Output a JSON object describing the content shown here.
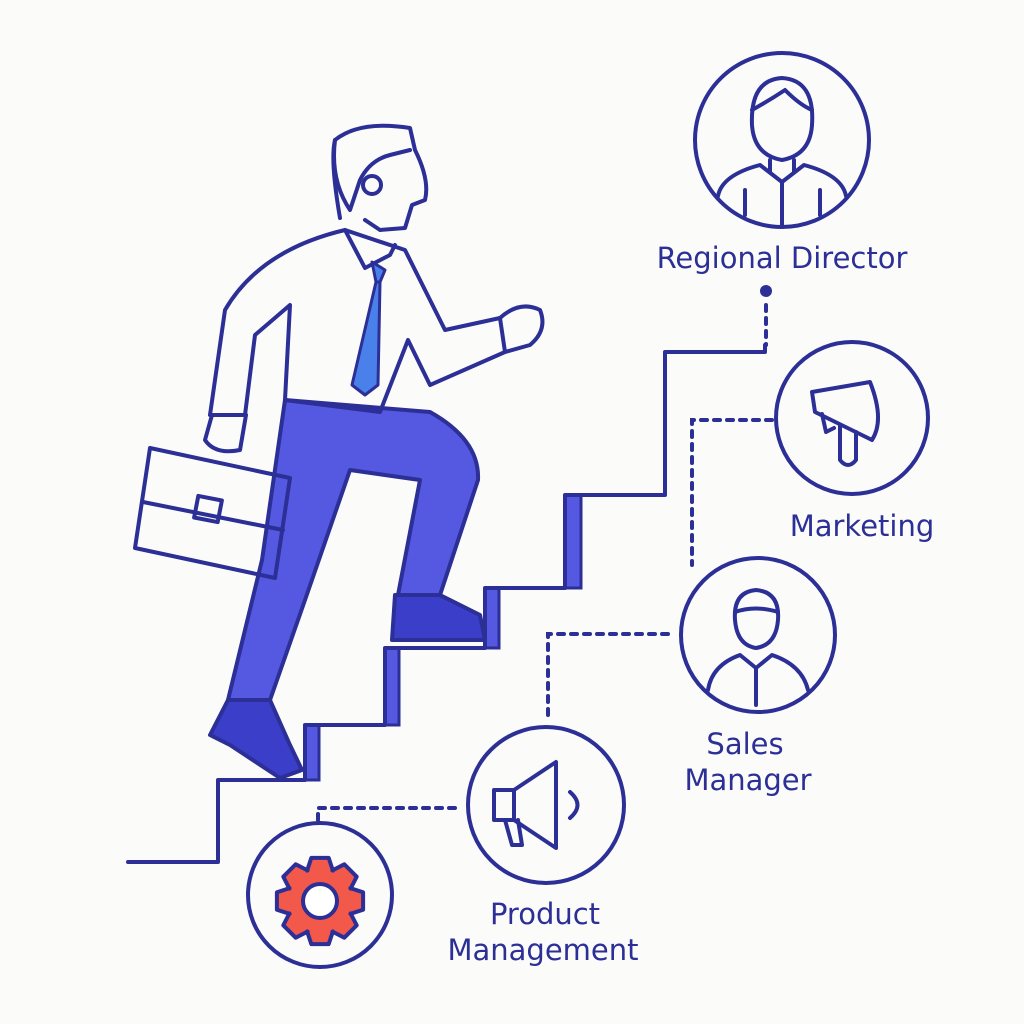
{
  "colors": {
    "stroke": "#2b2f96",
    "pants": "#5558e0",
    "tie": "#4a80ea",
    "gear": "#f2594a",
    "background": "#fbfbf9"
  },
  "roles": [
    {
      "label": "Regional Director",
      "icon": "person-icon"
    },
    {
      "label": "Marketing",
      "icon": "megaphone-icon"
    },
    {
      "label_line1": "Sales",
      "label_line2": "Manager",
      "icon": "person-icon"
    },
    {
      "label_line1": "Product",
      "label_line2": "Management",
      "icon": "megaphone-icon"
    },
    {
      "icon": "gear-icon"
    }
  ]
}
